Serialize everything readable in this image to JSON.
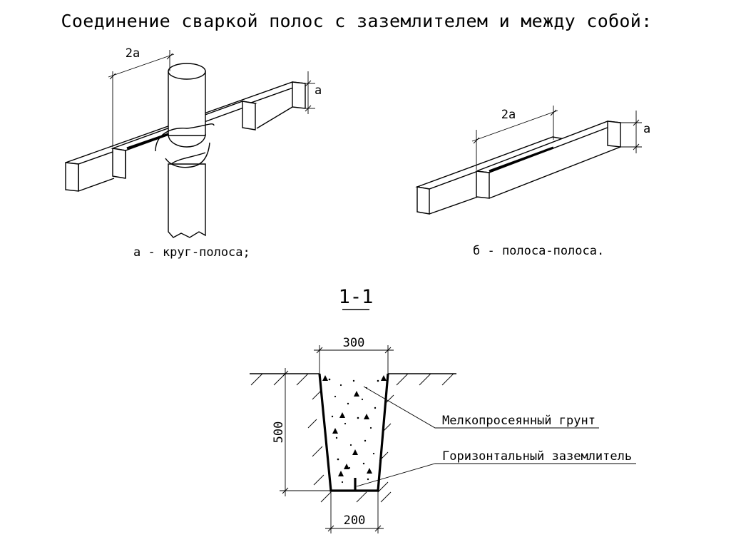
{
  "title": "Соединение сваркой полос  с заземлителем и между собой:",
  "detail_a": {
    "caption": "а - круг-полоса;",
    "dim_weld_length": "2а",
    "dim_strip_height": "а"
  },
  "detail_b": {
    "caption": "б - полоса-полоса.",
    "dim_weld_length": "2а",
    "dim_strip_height": "а"
  },
  "section": {
    "label": "1-1",
    "dim_top_width": "300",
    "dim_bottom_width": "200",
    "dim_depth": "500",
    "callout_fill": "Мелкопросеянный грунт",
    "callout_conductor": "Горизонтальный заземлитель"
  }
}
